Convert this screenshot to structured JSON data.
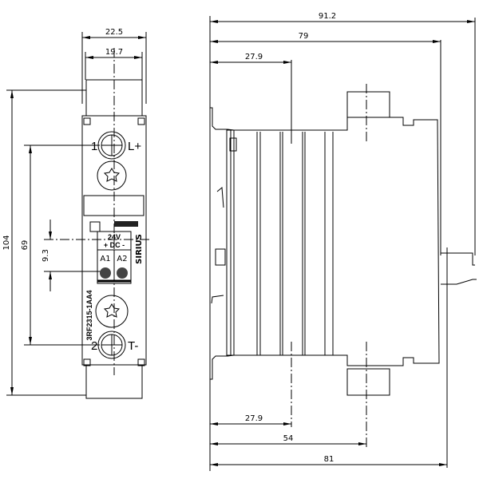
{
  "front_view": {
    "dims": {
      "width_outer": "22.5",
      "width_inner": "19.7",
      "height_total": "104",
      "terminal_spacing": "69",
      "control_offset": "9.3"
    },
    "terminals": {
      "top_number": "1",
      "top_label": "L+",
      "bottom_number": "2",
      "bottom_label": "T-"
    },
    "control": {
      "voltage": "24V",
      "dc_label": "+ DC -",
      "a1": "A1",
      "a2": "A2"
    },
    "brand": "SIRIUS",
    "model": "3RF2315-1AA4"
  },
  "side_view": {
    "dims": {
      "top_overall": "91.2",
      "top_body": "79",
      "top_screw": "27.9",
      "bottom_screw": "27.9",
      "bottom_terminal": "54",
      "bottom_overall": "81"
    }
  }
}
